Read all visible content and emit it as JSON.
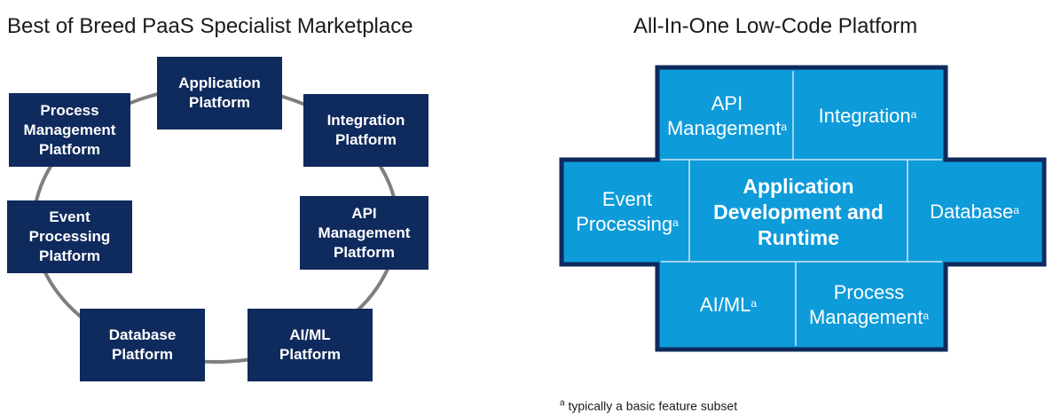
{
  "left": {
    "title": "Best of Breed PaaS Specialist Marketplace",
    "nodes": {
      "application": "Application\nPlatform",
      "integration": "Integration\nPlatform",
      "api": "API\nManagement\nPlatform",
      "aiml": "AI/ML\nPlatform",
      "database": "Database\nPlatform",
      "event": "Event\nProcessing\nPlatform",
      "process": "Process\nManagement\nPlatform"
    }
  },
  "right": {
    "title": "All-In-One Low-Code Platform",
    "cells": {
      "api": "API\nManagement",
      "integration": "Integration",
      "event": "Event\nProcessing",
      "center": "Application\nDevelopment and\nRuntime",
      "database": "Database",
      "aiml": "AI/ML",
      "process": "Process\nManagement"
    },
    "footnote_mark": "a",
    "footnote_text": " typically a basic feature subset"
  },
  "colors": {
    "node_fill": "#0f2a5c",
    "ring_stroke": "#7f7f7f",
    "cross_fill": "#0e9bd9",
    "cross_border": "#0f2a5c",
    "cell_divider": "#cfe6f4"
  }
}
